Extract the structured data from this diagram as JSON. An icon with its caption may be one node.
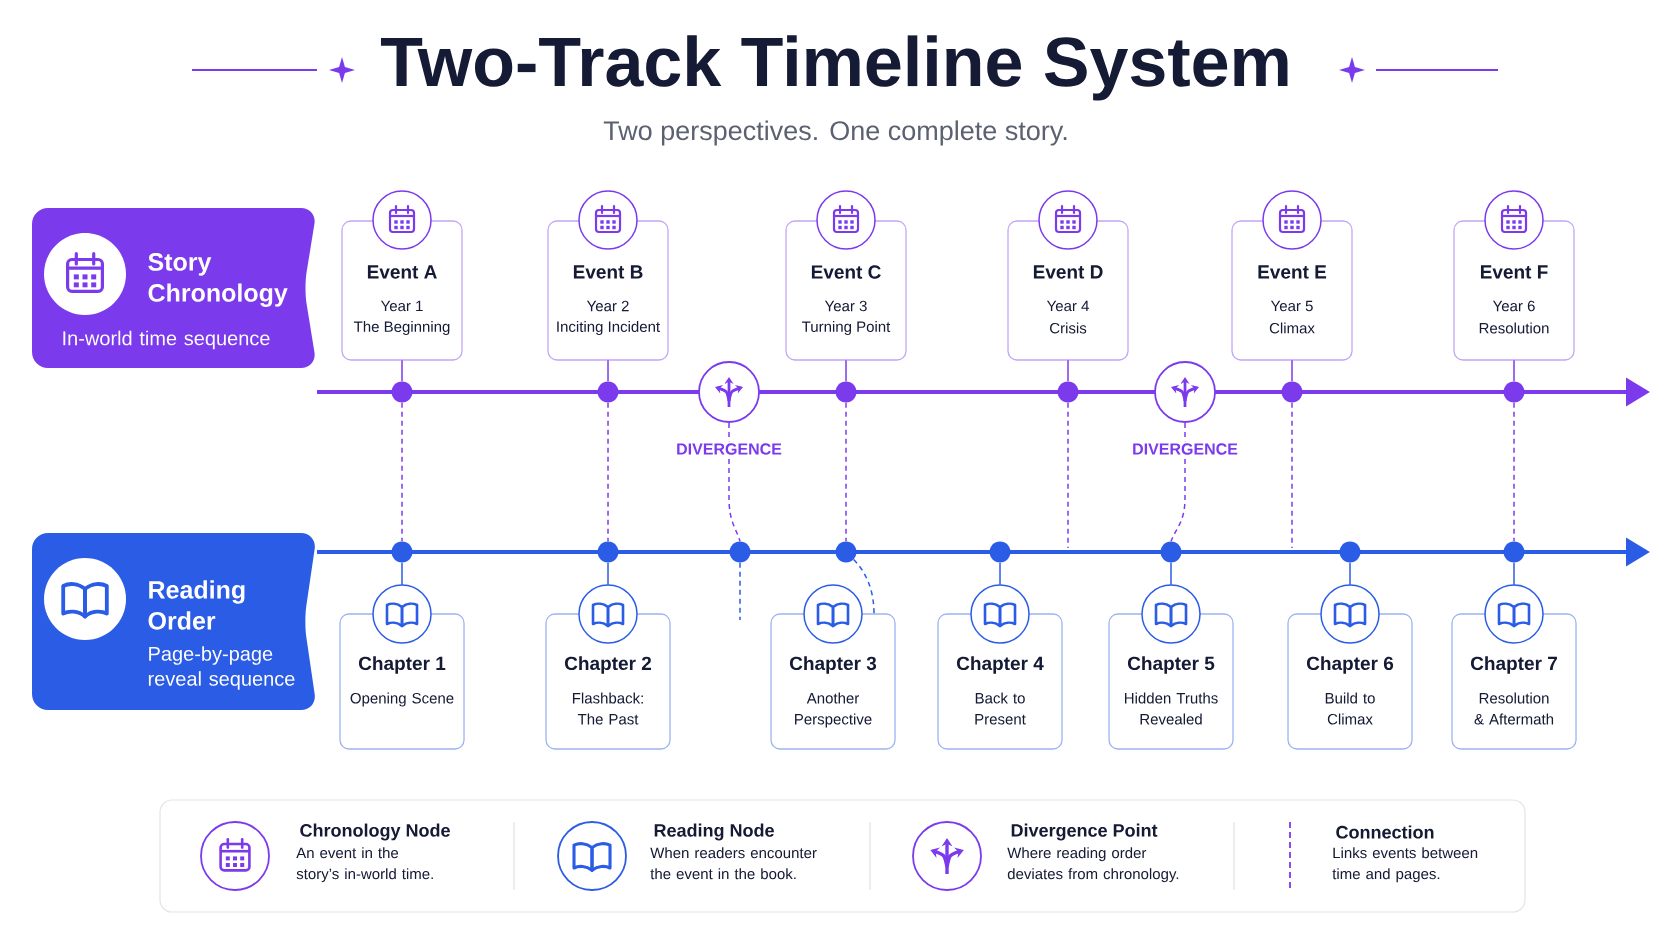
{
  "diagram": {
    "title": "Two-Track Timeline System",
    "nodes": [
      {
        "text": [
          "Story Chronology",
          "In-world time sequence"
        ]
      },
      {
        "text": [
          "Event A",
          "Year 1",
          "The Beginning"
        ]
      },
      {
        "text": [
          "Event B",
          "Year 2",
          "Inciting Incident"
        ]
      },
      {
        "text": [
          "Event C",
          "Year 3",
          "Turning Point"
        ]
      },
      {
        "text": [
          "Event D",
          "Year 4",
          "Crisis"
        ]
      },
      {
        "text": [
          "Event E",
          "Year 5",
          "Climax"
        ]
      },
      {
        "text": [
          "Event F",
          "Year 6",
          "Resolution"
        ]
      },
      {
        "text": [],
        "shape": "circle"
      },
      {
        "text": [],
        "shape": "circle"
      },
      {
        "text": [],
        "shape": "circle",
        "beside": [
          "DIVERGENCE"
        ]
      },
      {
        "text": [],
        "shape": "circle"
      },
      {
        "text": [],
        "shape": "circle"
      },
      {
        "text": [],
        "shape": "circle",
        "beside": [
          "DIVERGENCE"
        ]
      },
      {
        "text": [],
        "shape": "circle"
      },
      {
        "text": [],
        "shape": "circle"
      },
      {
        "text": [
          "Reading Order",
          "Page-by-page reveal sequence"
        ]
      },
      {
        "text": [],
        "shape": "circle"
      },
      {
        "text": [],
        "shape": "circle"
      },
      {
        "text": [],
        "shape": "circle"
      },
      {
        "text": [],
        "shape": "circle"
      },
      {
        "text": [],
        "shape": "circle"
      },
      {
        "text": [],
        "shape": "circle"
      },
      {
        "text": [],
        "shape": "circle"
      },
      {
        "text": [],
        "shape": "circle"
      },
      {
        "text": [
          "Chapter 1",
          "Opening Scene"
        ]
      },
      {
        "text": [
          "Chapter 2",
          "Flashback: The Past"
        ]
      },
      {
        "text": [
          "Chapter 3",
          "Another Perspective"
        ]
      },
      {
        "text": [
          "Chapter 4",
          "Back to Present"
        ]
      },
      {
        "text": [
          "Chapter 5",
          "Hidden Truths Revealed"
        ]
      },
      {
        "text": [
          "Chapter 6",
          "Build to Climax"
        ]
      },
      {
        "text": [
          "Chapter 7",
          "Resolution & Aftermath"
        ]
      }
    ],
    "edges": [
      {
        "from": 1,
        "to": 7,
        "arrow": "none"
      },
      {
        "from": 2,
        "to": 8,
        "arrow": "none"
      },
      {
        "from": 3,
        "to": 10,
        "arrow": "none"
      },
      {
        "from": 4,
        "to": 11,
        "arrow": "none"
      },
      {
        "from": 5,
        "to": 13,
        "arrow": "none"
      },
      {
        "from": 6,
        "to": 14,
        "arrow": "none"
      },
      {
        "from": 7,
        "to": 16,
        "arrow": "none",
        "style": "dashed"
      },
      {
        "from": 8,
        "to": 17,
        "arrow": "none",
        "style": "dashed"
      },
      {
        "from": 9,
        "to": 18,
        "arrow": "none",
        "style": "dashed"
      },
      {
        "from": 10,
        "to": 19,
        "arrow": "none",
        "style": "dashed"
      },
      {
        "from": 11,
        "to": null,
        "arrow": "none",
        "style": "dashed"
      },
      {
        "from": 12,
        "to": 21,
        "arrow": "none",
        "style": "dashed"
      },
      {
        "from": 13,
        "to": null,
        "arrow": "none",
        "style": "dashed"
      },
      {
        "from": 14,
        "to": 23,
        "arrow": "none",
        "style": "dashed"
      },
      {
        "from": 18,
        "to": null,
        "arrow": "none",
        "style": "dashed",
        "color": "#2b5ce6"
      },
      {
        "from": 19,
        "to": 26,
        "arrow": "none",
        "style": "dashed",
        "color": "#2b5ce6"
      },
      {
        "from": 16,
        "to": 24,
        "arrow": "none",
        "color": "#2b5ce6"
      },
      {
        "from": 17,
        "to": 25,
        "arrow": "none",
        "color": "#2b5ce6"
      },
      {
        "from": 20,
        "to": 27,
        "arrow": "none",
        "color": "#2b5ce6"
      },
      {
        "from": 21,
        "to": 28,
        "arrow": "none",
        "color": "#2b5ce6"
      },
      {
        "from": 22,
        "to": 29,
        "arrow": "none",
        "color": "#2b5ce6"
      },
      {
        "from": 23,
        "to": 30,
        "arrow": "none",
        "color": "#2b5ce6"
      }
    ],
    "labels": [
      "Two perspectives. One complete story.",
      "An event in the story’s in-world time.",
      "When readers encounter the event in the book.",
      "Where reading order deviates from chronology.",
      "Links events between time and pages."
    ],
    "legend": [
      {
        "text": "Chronology Node"
      },
      {
        "text": "Reading Node"
      },
      {
        "text": "Divergence Point"
      },
      {
        "text": "Connection"
      }
    ]
  }
}
